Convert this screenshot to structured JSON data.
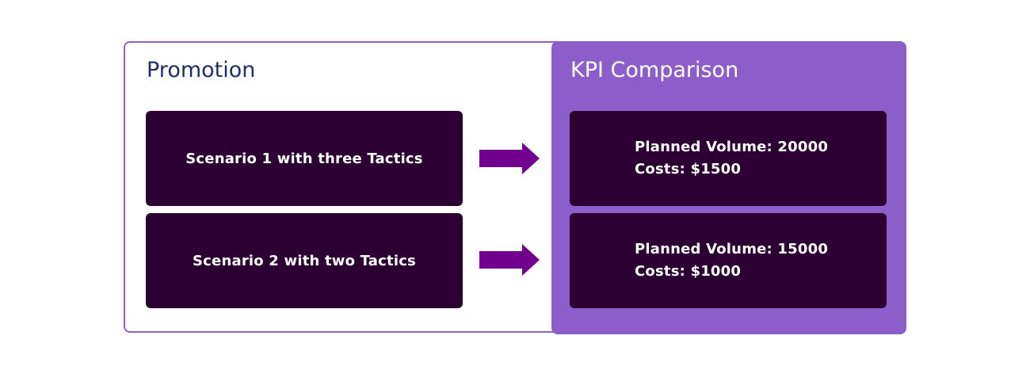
{
  "promotion": {
    "title": "Promotion",
    "scenarios": [
      {
        "label": "Scenario 1 with three Tactics"
      },
      {
        "label": "Scenario 2 with two Tactics"
      }
    ]
  },
  "kpi": {
    "title": "KPI Comparison",
    "results": [
      {
        "volume": "Planned Volume: 20000",
        "costs": "Costs: $1500"
      },
      {
        "volume": "Planned Volume: 15000",
        "costs": "Costs: $1000"
      }
    ]
  },
  "colors": {
    "frame_border": "#8f5fcb",
    "kpi_panel": "#8c5ec9",
    "card": "#2d0034",
    "arrow": "#72008f",
    "promotion_title": "#1e2f64"
  }
}
